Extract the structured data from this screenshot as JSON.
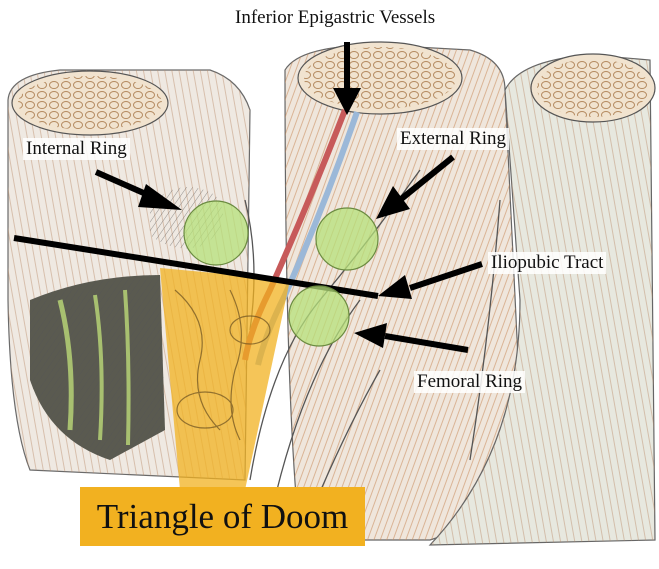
{
  "labels": {
    "vessels": "Inferior Epigastric Vessels",
    "internal_ring": "Internal Ring",
    "external_ring": "External Ring",
    "iliopubic_tract": "Iliopubic Tract",
    "femoral_ring": "Femoral Ring",
    "triangle": "Triangle of Doom"
  },
  "colors": {
    "triangle_fill": "#f2b120",
    "ring_fill": "#b6e07a",
    "arrow": "#000000",
    "vessel_red": "#c75a5a",
    "vessel_blue": "#9bb8d8"
  }
}
